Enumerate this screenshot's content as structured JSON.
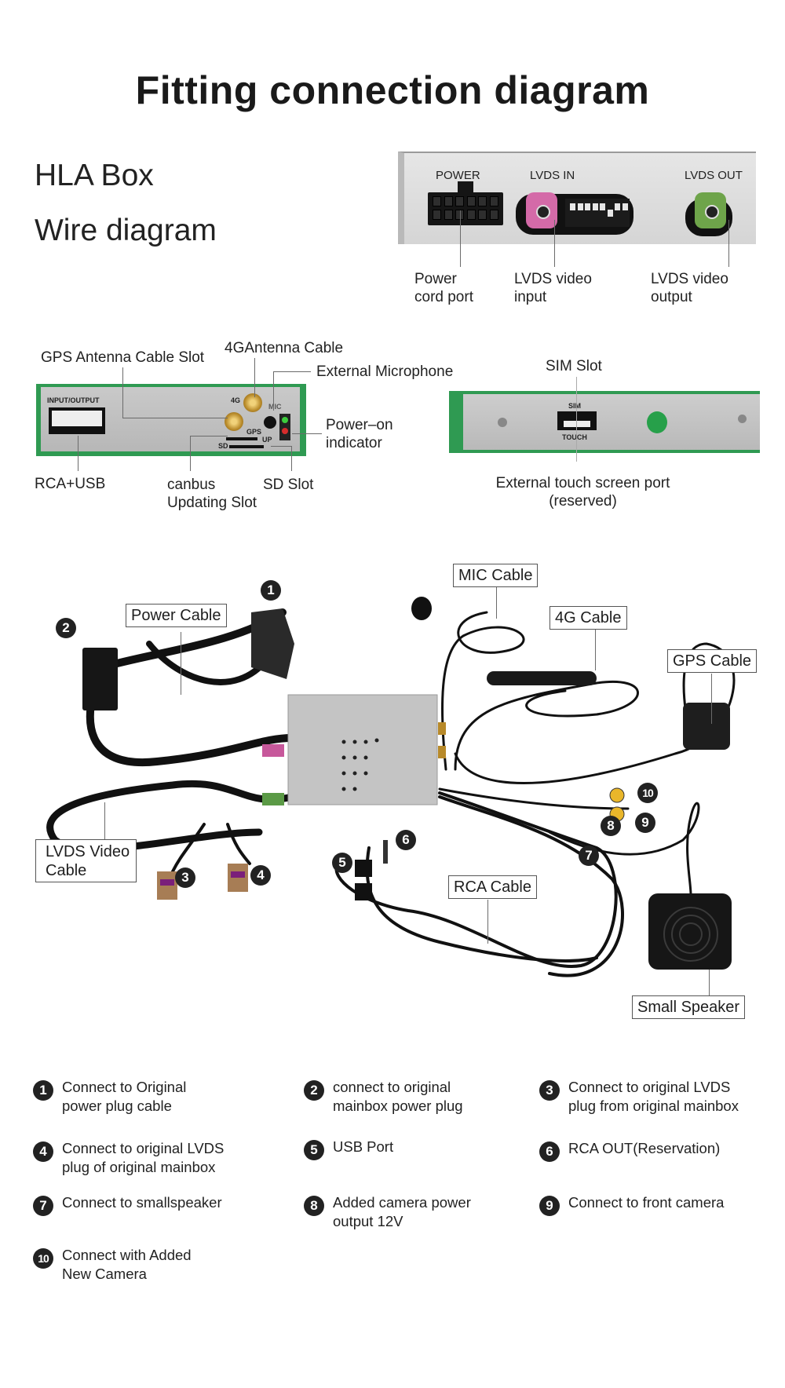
{
  "header": {
    "title": "Fitting connection diagram",
    "subtitle_line1": "HLA Box",
    "subtitle_line2": "Wire diagram"
  },
  "rear_panel": {
    "printed_labels": [
      "POWER",
      "LVDS IN",
      "LVDS OUT"
    ],
    "callouts": [
      {
        "line1": "Power",
        "line2": "cord port"
      },
      {
        "line1": "LVDS video",
        "line2": "input"
      },
      {
        "line1": "LVDS video",
        "line2": "output"
      }
    ],
    "colors": {
      "lvds_in_connector": "#d46aa8",
      "lvds_out_connector": "#6ea44a"
    }
  },
  "front_panel_left": {
    "printed_labels": {
      "io": "INPUT/OUTPUT",
      "g4": "4G",
      "mic": "MIC",
      "gps": "GPS",
      "up": "UP",
      "sd": "SD"
    },
    "callouts": {
      "gps_antenna": "GPS Antenna Cable Slot",
      "antenna_4g": "4GAntenna Cable",
      "ext_mic": "External Microphone",
      "power_on_line1": "Power–on",
      "power_on_line2": "indicator",
      "rca_usb": "RCA+USB",
      "canbus_line1": "canbus",
      "canbus_line2": "Updating Slot",
      "sd_slot": "SD Slot"
    }
  },
  "front_panel_right": {
    "printed_labels": {
      "sim": "SIM",
      "touch": "TOUCH"
    },
    "callouts": {
      "sim_slot": "SIM Slot",
      "touch_line1": "External touch screen port",
      "touch_line2": "(reserved)"
    }
  },
  "cable_labels": {
    "power": "Power Cable",
    "mic": "MIC Cable",
    "g4": "4G Cable",
    "gps": "GPS Cable",
    "lvds_line1": "LVDS Video",
    "lvds_line2": "Cable",
    "rca": "RCA Cable",
    "speaker": "Small Speaker"
  },
  "markers": [
    "1",
    "2",
    "3",
    "4",
    "5",
    "6",
    "7",
    "8",
    "9",
    "10"
  ],
  "legend": [
    {
      "num": "1",
      "line1": "Connect to Original",
      "line2": "power plug cable"
    },
    {
      "num": "2",
      "line1": "connect to original",
      "line2": "mainbox power plug"
    },
    {
      "num": "3",
      "line1": "Connect to original LVDS",
      "line2": "plug from original mainbox"
    },
    {
      "num": "4",
      "line1": "Connect to original LVDS",
      "line2": "plug of original mainbox"
    },
    {
      "num": "5",
      "line1": "USB Port",
      "line2": ""
    },
    {
      "num": "6",
      "line1": "RCA OUT(Reservation)",
      "line2": ""
    },
    {
      "num": "7",
      "line1": "Connect to smallspeaker",
      "line2": ""
    },
    {
      "num": "8",
      "line1": "Added camera power",
      "line2": "output 12V"
    },
    {
      "num": "9",
      "line1": "Connect to front camera",
      "line2": ""
    },
    {
      "num": "10",
      "line1": "Connect with Added",
      "line2": "New Camera"
    }
  ]
}
